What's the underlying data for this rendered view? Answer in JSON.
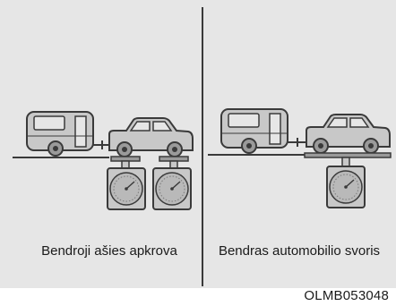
{
  "captions": {
    "left": "Bendroji ašies apkrova",
    "right": "Bendras automobilio svoris"
  },
  "figure_code": "OLMB053048",
  "colors": {
    "panel_bg": "#e6e6e6",
    "vehicle_fill": "#c8c8c8",
    "outline": "#3a3a3a",
    "dial_face": "#b9b9b9",
    "divider": "#3a3a3a"
  }
}
